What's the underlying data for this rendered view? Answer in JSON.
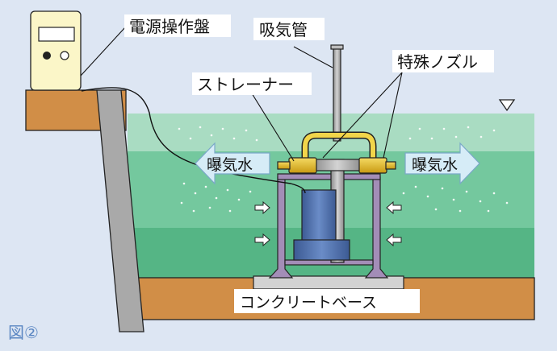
{
  "figure_label": "図②",
  "labels": {
    "control_panel": "電源操作盤",
    "intake_pipe": "吸気管",
    "special_nozzle": "特殊ノズル",
    "strainer": "ストレーナー",
    "aerated_water_left": "曝気水",
    "aerated_water_right": "曝気水",
    "concrete_base": "コンクリートベース"
  },
  "icons": {
    "water_level": "inverted-triangle-icon",
    "inflow": "inflow-arrow-icon"
  },
  "colors": {
    "background": "#dde6f3",
    "soil": "#d18e47",
    "wall": "#a9a9a9",
    "water_light": "#a9dcc2",
    "water_mid": "#74c89e",
    "water_deep": "#55b585",
    "frame": "#a38db7",
    "pump": "#4a6ba9",
    "nozzle": "#e7c02c",
    "pipe": "#a5a5a5"
  }
}
